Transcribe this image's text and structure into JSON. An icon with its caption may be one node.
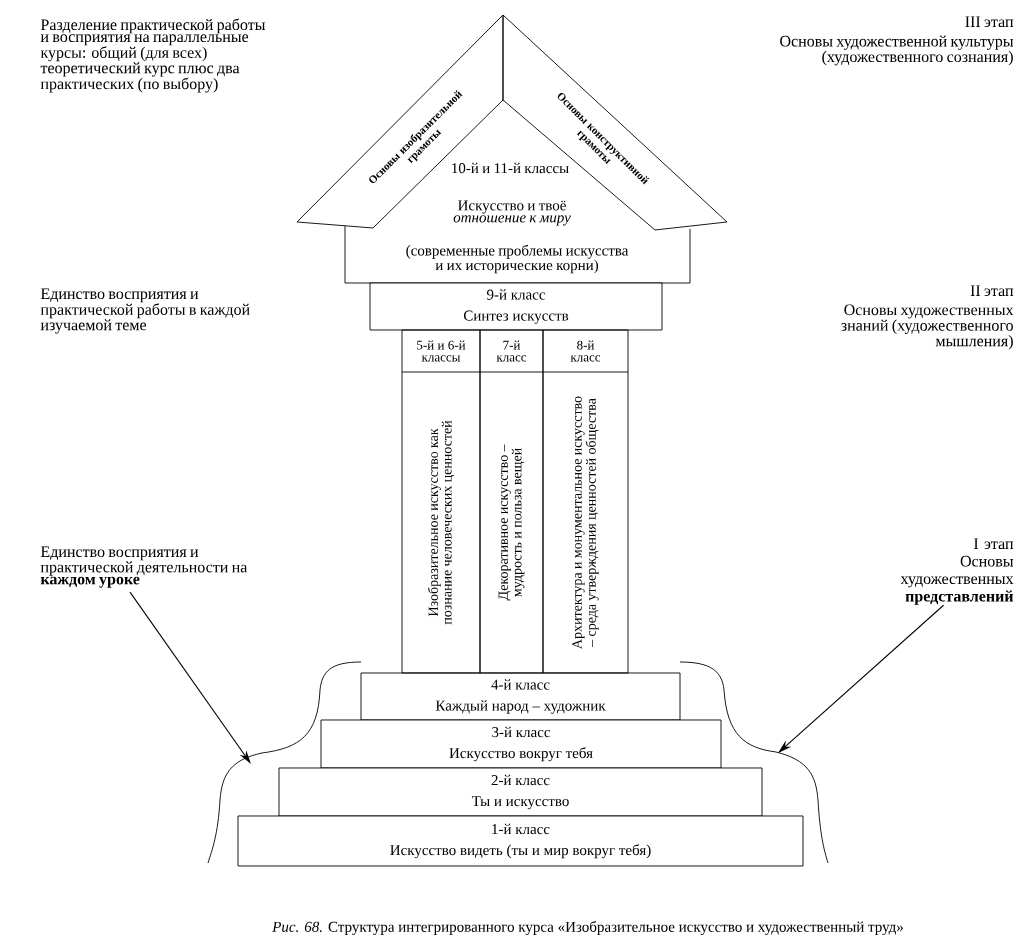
{
  "diagram": {
    "caption": "*Рис. 68.* Структура интегрированного курса «Изобразительное искусство и художественный труд»",
    "nodes": [
      {
        "text": [
          "Основы изобразительной грамоты"
        ]
      },
      {
        "text": [
          "Основы конструктивной грамоты"
        ]
      },
      {
        "text": [
          "10-й и 11-й классы",
          "Искусство и твоё *отношение к миру*",
          "(современные проблемы искусства и их исторические корни)"
        ]
      },
      {
        "text": [
          "9-й класс",
          "Синтез искусств"
        ]
      },
      {
        "text": [
          "5-й и 6-й классы",
          "Изобразительное искусство как познание человеческих ценностей"
        ]
      },
      {
        "text": [
          "7-й класс",
          "Декоративное искусство – мудрость и польза вещей"
        ]
      },
      {
        "text": [
          "8-й класс",
          "Архитектура и монументальное искусство – среда утверждения ценностей общества"
        ]
      },
      {
        "text": [
          "4-й класс",
          "Каждый народ – художник"
        ]
      },
      {
        "text": [
          "3-й класс",
          "Искусство вокруг тебя"
        ]
      },
      {
        "text": [
          "2-й класс",
          "Ты и искусство"
        ]
      },
      {
        "text": [
          "1-й класс",
          "Искусство видеть (ты и мир вокруг тебя)"
        ]
      },
      {
        "text": [
          "Единство восприятия и практической деятельности на **каждом уроке**"
        ]
      },
      {
        "text": [
          "I этап",
          "Основы художественных **представлений**"
        ]
      }
    ],
    "edges": [
      {
        "from": 11,
        "to": null,
        "arrow": "to"
      },
      {
        "from": 12,
        "to": null,
        "arrow": "to"
      }
    ],
    "labels": [
      "Разделение практической работы и восприятия на параллельные курсы: общий (для всех) теоретический курс плюс два практических (по выбору)",
      "III этап",
      "Основы художественной культуры (художественного сознания)",
      "Единство восприятия и практической работы в каждой изучаемой теме",
      "II этап",
      "Основы художественных знаний (художественного мышления)"
    ]
  }
}
